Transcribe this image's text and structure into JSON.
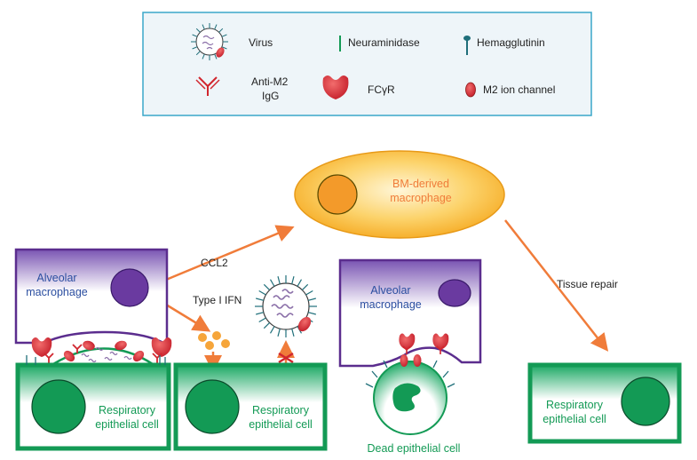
{
  "legend": {
    "virus": "Virus",
    "neuraminidase": "Neuraminidase",
    "hemagglutinin": "Hemagglutinin",
    "anti_m2_line1": "Anti-M2",
    "anti_m2_line2": "IgG",
    "fcr": "FCγR",
    "m2": "M2 ion channel"
  },
  "labels": {
    "bm_macrophage_line1": "BM-derived",
    "bm_macrophage_line2": "macrophage",
    "ccl2": "CCL2",
    "type_ifn": "Type I IFN",
    "tissue_repair": "Tissue repair",
    "alveolar_line1": "Alveolar",
    "alveolar_line2": "macrophage",
    "resp_line1": "Respiratory",
    "resp_line2": "epithelial cell",
    "dead_cell": "Dead epithelial cell"
  },
  "colors": {
    "purple": "#5b2d8e",
    "green": "#139a55",
    "orange": "#f07c3a",
    "red": "#d1262e",
    "teal": "#1f6f7a",
    "blue_text": "#2b4ea0",
    "legend_border": "#3aa7c9",
    "legend_bg": "#eef5f9"
  },
  "icons": {
    "virus": "virus-icon",
    "neuraminidase": "neuraminidase-icon",
    "hemagglutinin": "hemagglutinin-icon",
    "antibody": "antibody-icon",
    "fc_receptor": "fc-receptor-icon",
    "m2_channel": "m2-channel-icon"
  }
}
